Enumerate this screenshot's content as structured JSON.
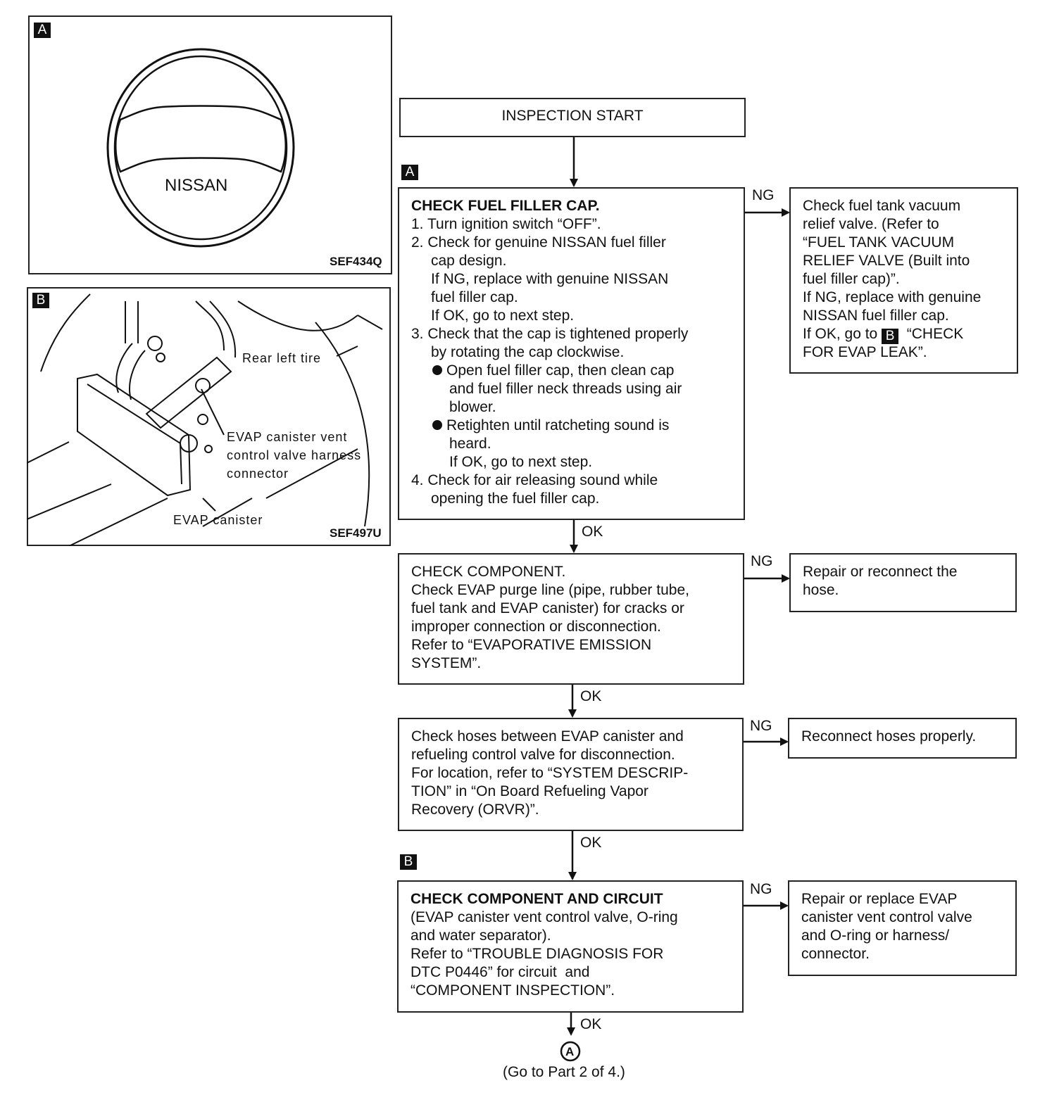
{
  "figure_a": {
    "tag": "A",
    "brand": "NISSAN",
    "code": "SEF434Q"
  },
  "figure_b": {
    "tag": "B",
    "rear_tire": "Rear left tire",
    "vent_connector_1": "EVAP canister vent",
    "vent_connector_2": "control valve harness",
    "vent_connector_3": "connector",
    "canister": "EVAP canister",
    "code": "SEF497U"
  },
  "flow": {
    "start": "INSPECTION START",
    "step_a_tag": "A",
    "step_b_tag": "B",
    "step1": {
      "title": "CHECK FUEL FILLER CAP.",
      "lines": [
        "1. Turn ignition switch “OFF”.",
        "2. Check for genuine NISSAN fuel filler",
        "cap design.",
        "If NG, replace with genuine NISSAN",
        "fuel filler cap.",
        "If OK, go to next step.",
        "3. Check that the cap is tightened properly",
        "by rotating the cap clockwise.",
        "Open fuel filler cap, then clean cap",
        "and fuel filler neck threads using air",
        "blower.",
        "Retighten until ratcheting sound is",
        "heard.",
        "If OK, go to next step.",
        "4. Check for air releasing sound while",
        "opening the fuel filler cap."
      ]
    },
    "ng1": {
      "lines": [
        "Check fuel tank vacuum",
        "relief valve. (Refer to",
        "“FUEL TANK VACUUM",
        "RELIEF VALVE (Built into",
        "fuel filler cap)”.",
        "If NG, replace with genuine",
        "NISSAN fuel filler cap."
      ],
      "last_pre": "If OK, go to",
      "last_tag": "B",
      "last_post": "“CHECK",
      "last2": "FOR EVAP LEAK”."
    },
    "step2": {
      "lines": [
        "CHECK COMPONENT.",
        "Check EVAP purge line (pipe, rubber tube,",
        "fuel tank and EVAP canister) for cracks or",
        "improper connection or disconnection.",
        "Refer to “EVAPORATIVE EMISSION",
        "SYSTEM”."
      ]
    },
    "ng2": {
      "lines": [
        "Repair or reconnect the",
        "hose."
      ]
    },
    "step3": {
      "lines": [
        "Check hoses between EVAP canister and",
        "refueling control valve for disconnection.",
        "For location, refer to “SYSTEM DESCRIP-",
        "TION” in “On Board Refueling Vapor",
        "Recovery (ORVR)”."
      ]
    },
    "ng3": {
      "lines": [
        "Reconnect hoses properly."
      ]
    },
    "step4": {
      "title": "CHECK COMPONENT AND CIRCUIT",
      "lines": [
        "(EVAP canister vent control valve, O-ring",
        "and water separator).",
        "Refer to “TROUBLE DIAGNOSIS FOR",
        "DTC P0446” for circuit  and",
        "“COMPONENT INSPECTION”."
      ]
    },
    "ng4": {
      "lines": [
        "Repair or replace EVAP",
        "canister vent control valve",
        "and O-ring or harness/",
        "connector."
      ]
    },
    "ok_label": "OK",
    "ng_label": "NG",
    "connector": "A",
    "goto": "(Go to Part 2 of 4.)"
  }
}
